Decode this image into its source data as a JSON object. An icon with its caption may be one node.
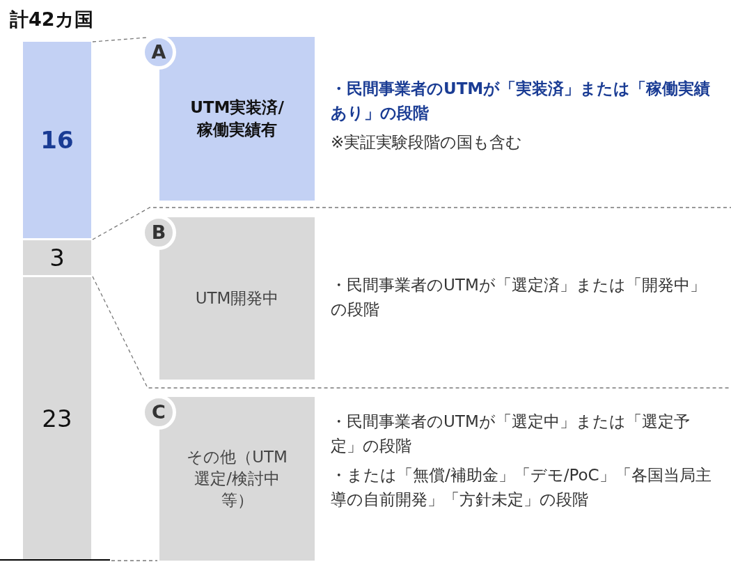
{
  "diagram": {
    "title": "計42カ国",
    "nodes": [
      {
        "text": [
          "16"
        ]
      },
      {
        "text": [
          "3"
        ]
      },
      {
        "text": [
          "23"
        ]
      },
      {
        "text": [
          "A",
          "UTM実装済/稼働実績有"
        ],
        "beside": [
          "・民間事業者のUTMが「実装済」または「稼働実績あり」の段階",
          "※実証実験段階の国も含む"
        ]
      },
      {
        "text": [
          "B",
          "UTM開発中"
        ],
        "beside": [
          "・民間事業者のUTMが「選定済」または「開発中」の段階"
        ]
      },
      {
        "text": [
          "C",
          "その他（UTM選定/検討中等）"
        ],
        "beside": [
          "・民間事業者のUTMが「選定中」または「選定予定」の段階",
          "・または「無償/補助金」「デモ/PoC」「各国当局主導の自前開発」「方針未定」の段階"
        ]
      }
    ]
  }
}
